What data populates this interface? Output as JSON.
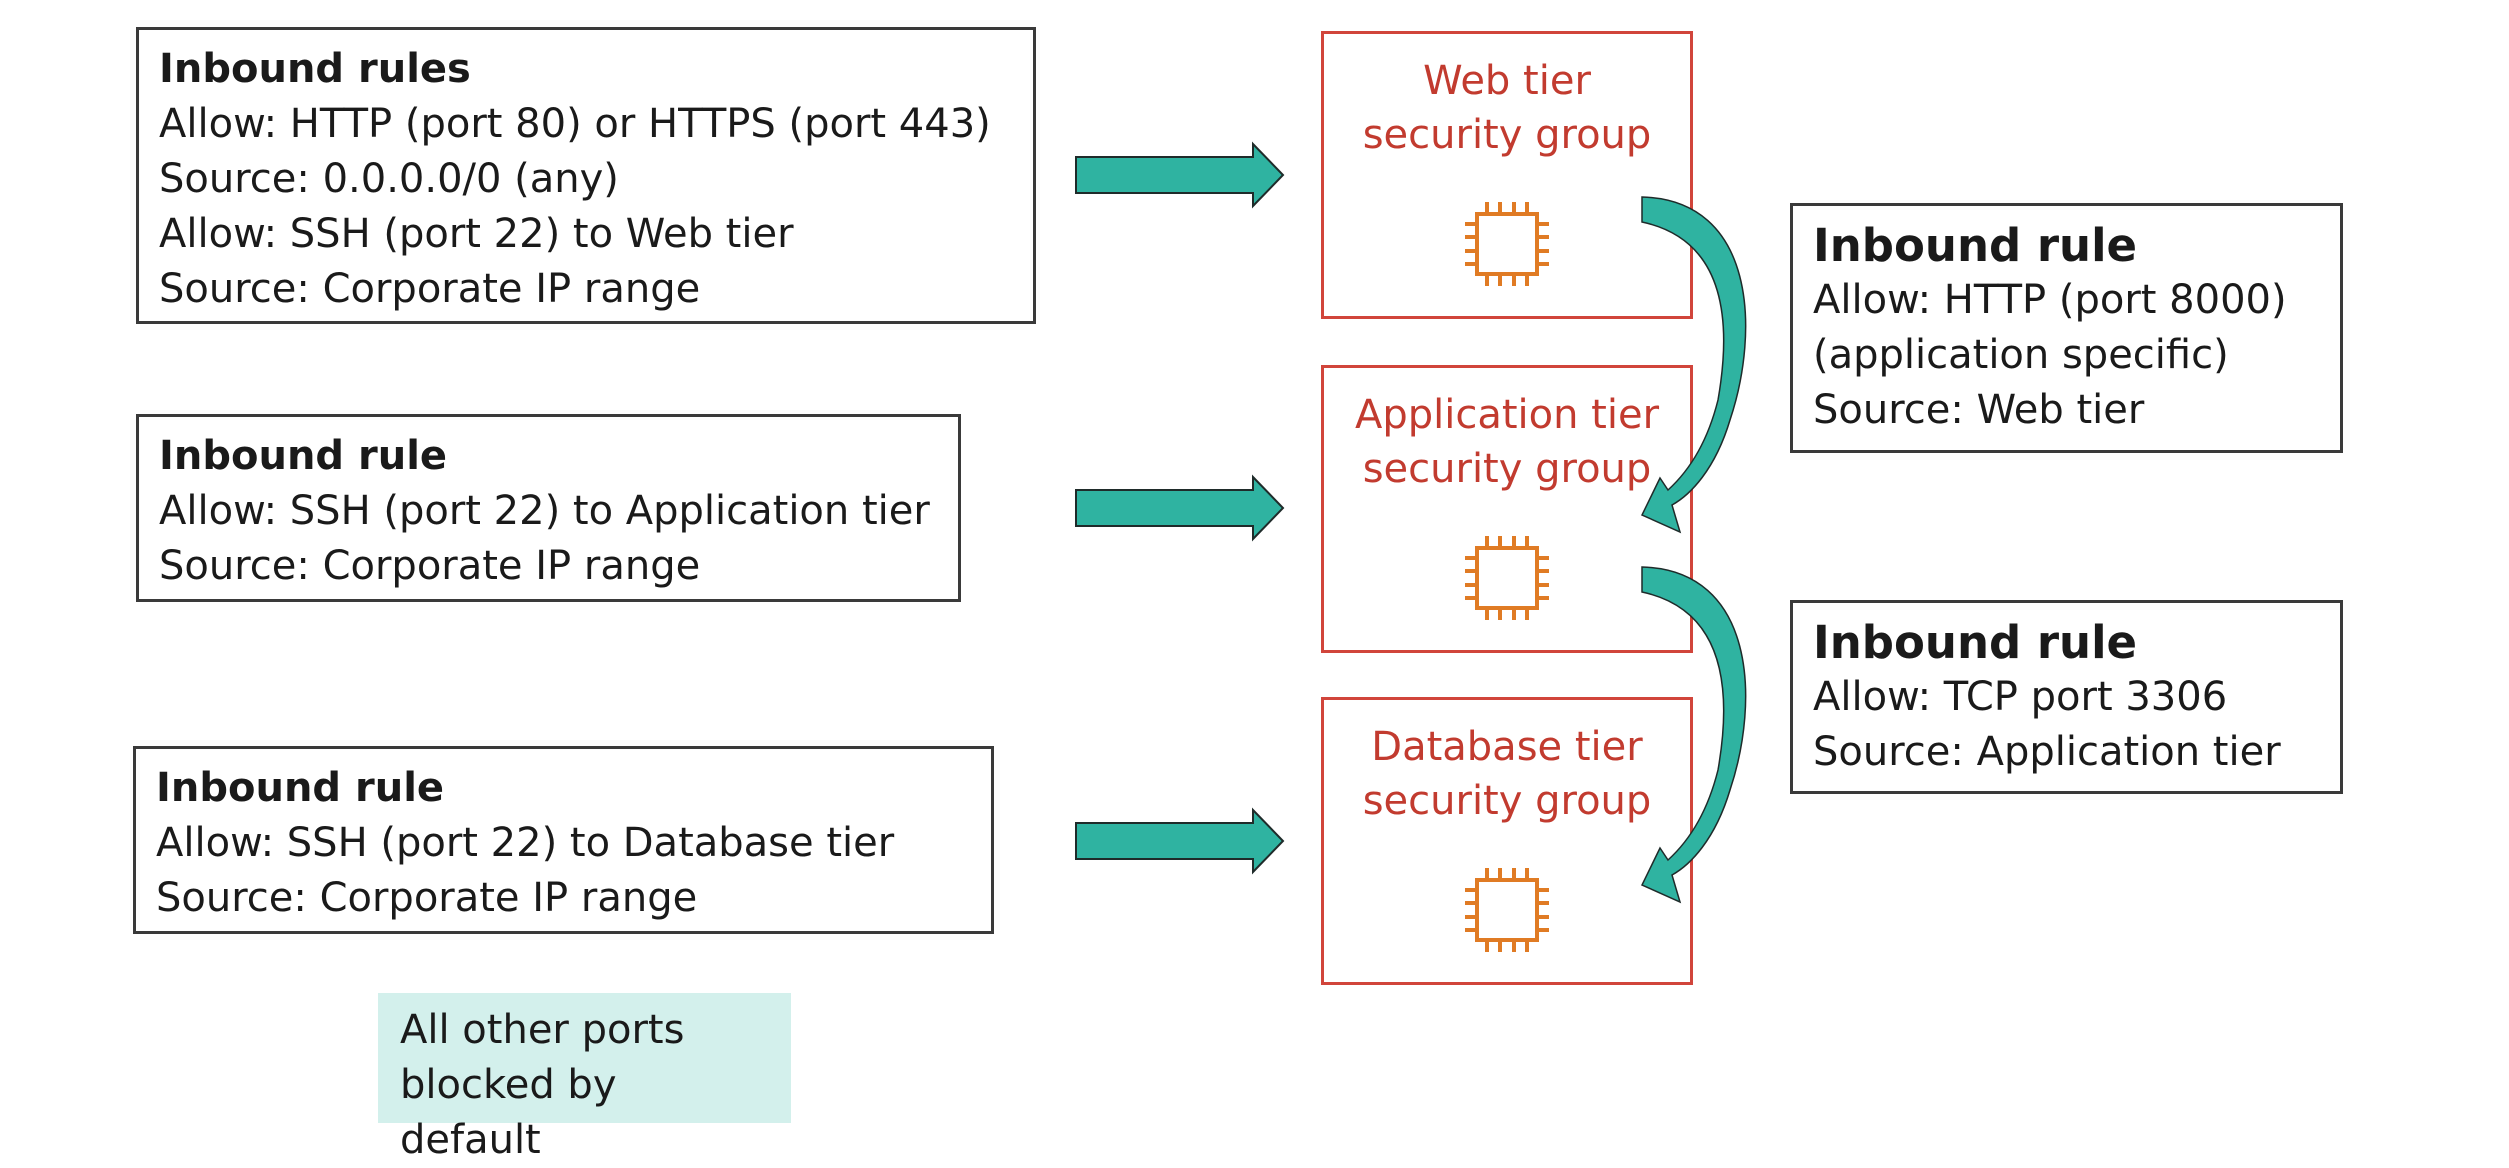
{
  "left_rules": [
    {
      "title": "Inbound rules",
      "lines": [
        "Allow: HTTP (port 80) or HTTPS (port 443)",
        "Source: 0.0.0.0/0 (any)",
        "Allow: SSH (port 22) to Web tier",
        "Source: Corporate IP range"
      ]
    },
    {
      "title": "Inbound rule",
      "lines": [
        "Allow: SSH (port 22) to Application tier",
        "Source: Corporate IP range"
      ]
    },
    {
      "title": "Inbound rule",
      "lines": [
        "Allow: SSH (port 22) to Database tier",
        "Source: Corporate IP range"
      ]
    }
  ],
  "security_groups": [
    {
      "line1": "Web tier",
      "line2": "security group",
      "icon": "chip-icon"
    },
    {
      "line1": "Application tier",
      "line2": "security group",
      "icon": "chip-icon"
    },
    {
      "line1": "Database tier",
      "line2": "security group",
      "icon": "chip-icon"
    }
  ],
  "right_rules": [
    {
      "title": "Inbound rule",
      "lines": [
        "Allow: HTTP (port 8000)",
        "(application specific)",
        "Source: Web tier"
      ]
    },
    {
      "title": "Inbound rule",
      "lines": [
        "Allow: TCP port 3306",
        "Source: Application tier"
      ]
    }
  ],
  "note": {
    "line1": "All other ports",
    "line2": "blocked by default"
  },
  "colors": {
    "arrow": "#2fb3a1",
    "security_group_border": "#d1453b",
    "security_group_text": "#c23b2f",
    "chip": "#e07b24",
    "note_background": "#d3f0ec"
  }
}
